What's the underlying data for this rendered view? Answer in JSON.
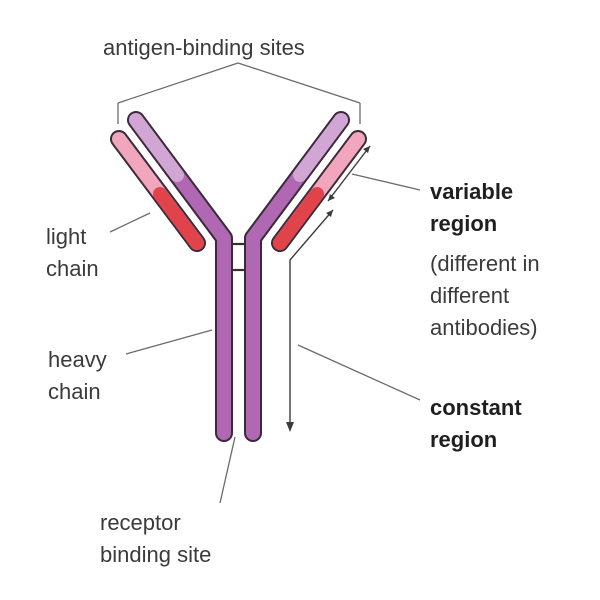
{
  "labels": {
    "antigen_binding_sites": "antigen-binding sites",
    "light_chain": [
      "light",
      "chain"
    ],
    "heavy_chain": [
      "heavy",
      "chain"
    ],
    "variable_region": [
      "variable",
      "region"
    ],
    "variable_region_note": [
      "(different in",
      "different",
      "antibodies)"
    ],
    "constant_region": [
      "constant",
      "region"
    ],
    "receptor_binding_site": [
      "receptor",
      "binding site"
    ]
  },
  "colors": {
    "heavy_chain_dark": "#b068b2",
    "heavy_chain_light": "#d2a6d4",
    "light_chain_constant": "#e0434a",
    "light_chain_variable": "#f1a6bd",
    "outline": "#3a2a3a",
    "leader_line": "#6b6b6b",
    "text": "#3b3b3b"
  }
}
